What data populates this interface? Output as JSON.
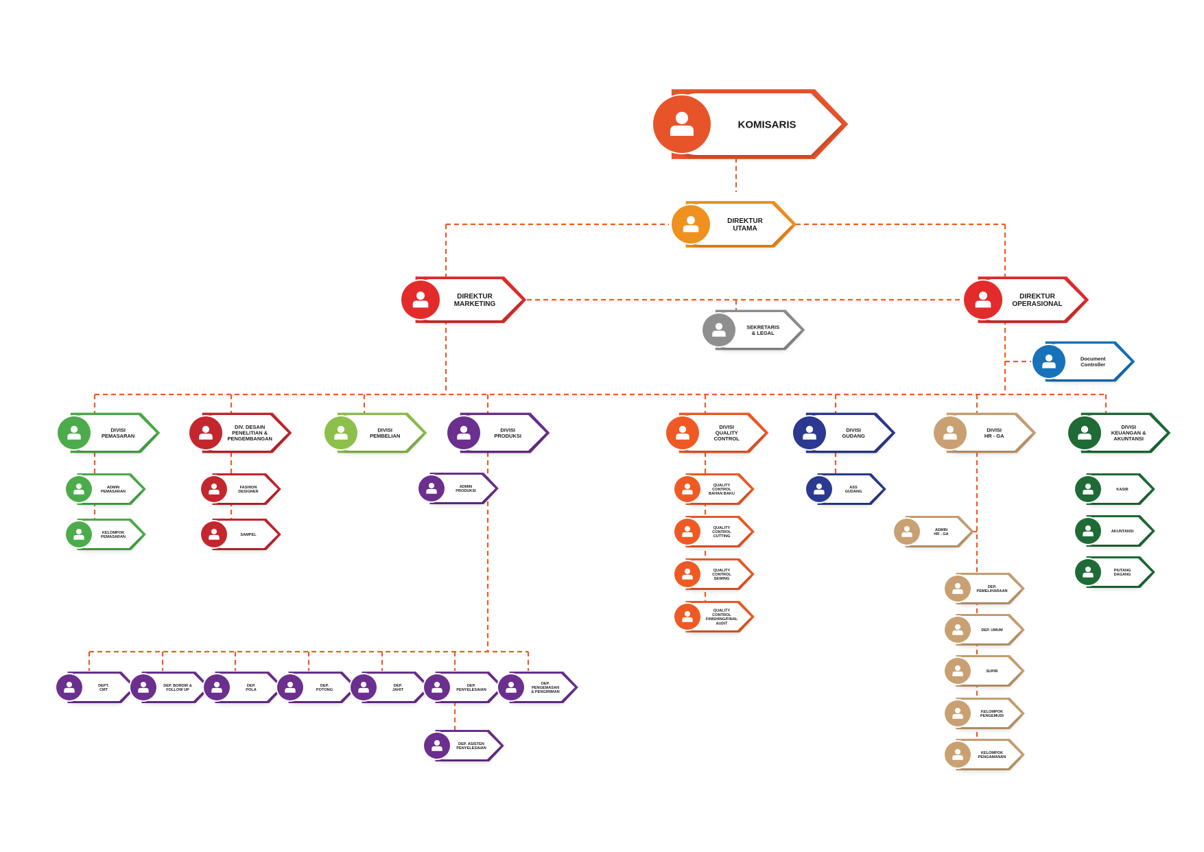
{
  "nodes": {
    "komisaris": {
      "lines": [
        "KOMISARIS"
      ],
      "color": "#e8542a"
    },
    "direktur_utama": {
      "lines": [
        "DIREKTUR",
        "UTAMA"
      ],
      "color": "#f0901f"
    },
    "direktur_marketing": {
      "lines": [
        "DIREKTUR",
        "MARKETING"
      ],
      "color": "#e32b2b"
    },
    "direktur_operasional": {
      "lines": [
        "DIREKTUR",
        "OPERASIONAL"
      ],
      "color": "#e32b2b"
    },
    "sekretaris": {
      "lines": [
        "SEKRETARIS",
        "& LEGAL"
      ],
      "color": "#8f8f8f"
    },
    "document_controller": {
      "lines": [
        "Document",
        "Controller"
      ],
      "color": "#1772b9"
    },
    "divisi_pemasaran": {
      "lines": [
        "DIVISI",
        "PEMASARAN"
      ],
      "color": "#4cac4b"
    },
    "div_desain": {
      "lines": [
        "DIV. DESAIN",
        "PENELITIAN &",
        "PENGEMBANGAN"
      ],
      "color": "#c4262e"
    },
    "divisi_pembelian": {
      "lines": [
        "DIVISI",
        "PEMBELIAN"
      ],
      "color": "#8cc04b"
    },
    "divisi_produksi": {
      "lines": [
        "DIVISI",
        "PRODUKSI"
      ],
      "color": "#6b2f8e"
    },
    "divisi_qc": {
      "lines": [
        "DIVISI",
        "QUALITY",
        "CONTROL"
      ],
      "color": "#ef5a24"
    },
    "divisi_gudang": {
      "lines": [
        "DIVISI",
        "GUDANG"
      ],
      "color": "#2b3990"
    },
    "divisi_hrga": {
      "lines": [
        "DIVISI",
        "HR - GA"
      ],
      "color": "#c9a072"
    },
    "divisi_keuangan": {
      "lines": [
        "DIVISI",
        "KEUANGAN &",
        "AKUNTANSI"
      ],
      "color": "#1e6b35"
    },
    "admin_pemasaran": {
      "lines": [
        "ADMIN",
        "PEMASARAN"
      ],
      "color": "#4cac4b"
    },
    "kelompok_pemasaran": {
      "lines": [
        "KELOMPOK",
        "PEMASARAN"
      ],
      "color": "#4cac4b"
    },
    "fashion_designer": {
      "lines": [
        "FASHION",
        "DESIGNER"
      ],
      "color": "#c4262e"
    },
    "sampel": {
      "lines": [
        "SAMPEL"
      ],
      "color": "#c4262e"
    },
    "admin_produksi": {
      "lines": [
        "ADMIN",
        "PRODUKSI"
      ],
      "color": "#6b2f8e"
    },
    "qc_bahan_baku": {
      "lines": [
        "QUALITY",
        "CONTROL",
        "BAHAN BAKU"
      ],
      "color": "#ef5a24"
    },
    "qc_cutting": {
      "lines": [
        "QUALITY",
        "CONTROL",
        "CUTTING"
      ],
      "color": "#ef5a24"
    },
    "qc_sewing": {
      "lines": [
        "QUALITY",
        "CONTROL",
        "SEWING"
      ],
      "color": "#ef5a24"
    },
    "qc_finishing": {
      "lines": [
        "QUALITY",
        "CONTROL",
        "FINISHING/FINAL",
        "AUDIT"
      ],
      "color": "#ef5a24"
    },
    "ass_gudang": {
      "lines": [
        "ASS",
        "GUDANG"
      ],
      "color": "#2b3990"
    },
    "admin_hrga": {
      "lines": [
        "ADMIN",
        "HR - GA"
      ],
      "color": "#c9a072"
    },
    "dep_pemeliharaan": {
      "lines": [
        "DEP.",
        "PEMELIHARAAN"
      ],
      "color": "#c9a072"
    },
    "dep_umum": {
      "lines": [
        "DEP. UMUM"
      ],
      "color": "#c9a072"
    },
    "supir": {
      "lines": [
        "SUPIR"
      ],
      "color": "#c9a072"
    },
    "kelompok_pengemudi": {
      "lines": [
        "KELOMPOK",
        "PENGEMUDI"
      ],
      "color": "#c9a072"
    },
    "kelompok_pengamanan": {
      "lines": [
        "KELOMPOK",
        "PENGAMANAN"
      ],
      "color": "#c9a072"
    },
    "kasir": {
      "lines": [
        "KASIR"
      ],
      "color": "#1e6b35"
    },
    "akuntansi": {
      "lines": [
        "AKUNTANSI"
      ],
      "color": "#1e6b35"
    },
    "piutang_dagang": {
      "lines": [
        "PIUTANG",
        "DAGANG"
      ],
      "color": "#1e6b35"
    },
    "dept_cmt": {
      "lines": [
        "DEPT.",
        "CMT"
      ],
      "color": "#6b2f8e"
    },
    "dep_bordir": {
      "lines": [
        "DEP. BORDIR &",
        "FOLLOW UP"
      ],
      "color": "#6b2f8e"
    },
    "dep_pola": {
      "lines": [
        "DEP.",
        "POLA"
      ],
      "color": "#6b2f8e"
    },
    "dep_potong": {
      "lines": [
        "DEP.",
        "POTONG"
      ],
      "color": "#6b2f8e"
    },
    "dep_jahit": {
      "lines": [
        "DEP.",
        "JAHIT"
      ],
      "color": "#6b2f8e"
    },
    "dep_penyelesaian": {
      "lines": [
        "DEP.",
        "PENYELESAIAN"
      ],
      "color": "#6b2f8e"
    },
    "dep_pengemasan": {
      "lines": [
        "DEP.",
        "PENGEMASAN",
        "& PENGIRIMAN"
      ],
      "color": "#6b2f8e"
    },
    "dep_asisten": {
      "lines": [
        "DEP. ASISTEN",
        "PENYELESAIAN"
      ],
      "color": "#6b2f8e"
    }
  },
  "connector_color": "#ef5a24"
}
